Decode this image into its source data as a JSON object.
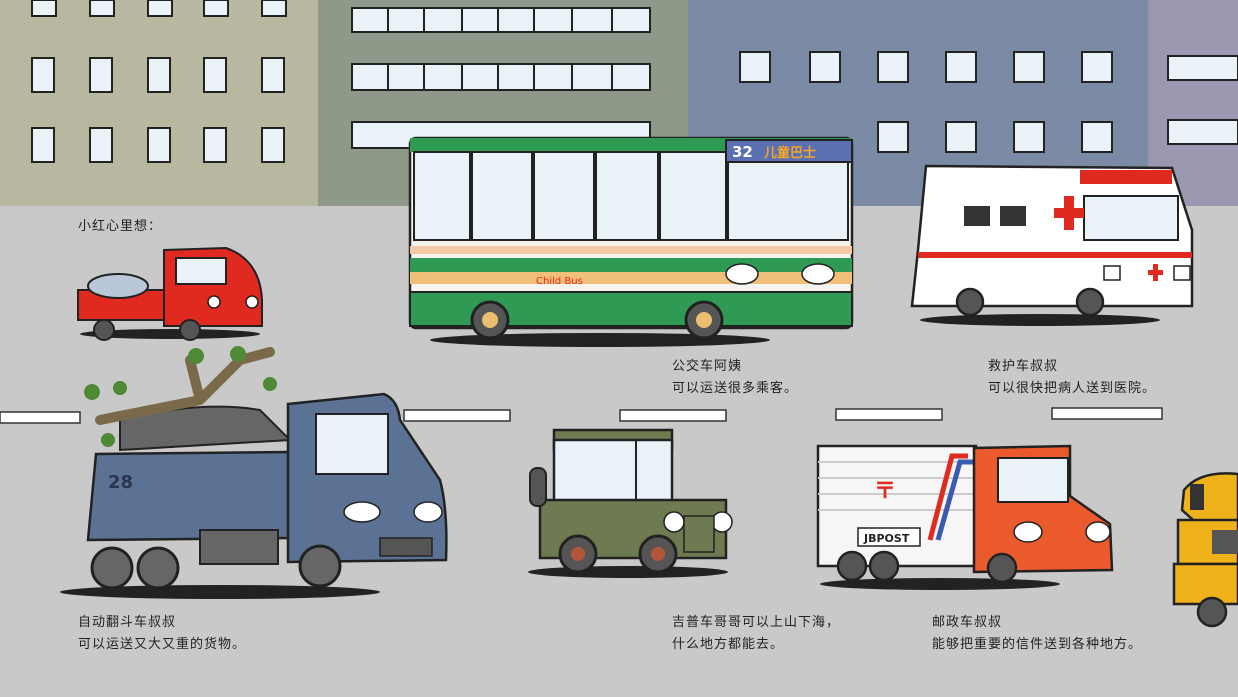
{
  "colors": {
    "road": "#c9c9c9",
    "building_beige": "#b8b79f",
    "building_green": "#8e998a",
    "building_blue": "#7b8aa5",
    "building_purple": "#9a97b0",
    "window": "#e9f2f6",
    "bus_green": "#2f9a53",
    "truck_blue": "#5b7294",
    "red": "#e02a1f",
    "jeep_olive": "#6e7a4f",
    "mail_orange": "#ea5a2c",
    "crane_yellow": "#f0b21a"
  },
  "bus": {
    "route_number": "32",
    "sign_text": "儿童巴士",
    "side_text": "Child Bus"
  },
  "dump_truck": {
    "number": "28"
  },
  "mail_truck": {
    "logo": "JBPOST"
  },
  "captions": {
    "small_red": {
      "line1": "小红心里想："
    },
    "bus": {
      "line1": "公交车阿姨",
      "line2": "可以运送很多乘客。"
    },
    "ambulance": {
      "line1": "救护车叔叔",
      "line2": "可以很快把病人送到医院。"
    },
    "dump_truck": {
      "line1": "自动翻斗车叔叔",
      "line2": "可以运送又大又重的货物。"
    },
    "jeep": {
      "line1": "吉普车哥哥可以上山下海，",
      "line2": "什么地方都能去。"
    },
    "mail": {
      "line1": "邮政车叔叔",
      "line2": "能够把重要的信件送到各种地方。"
    }
  }
}
